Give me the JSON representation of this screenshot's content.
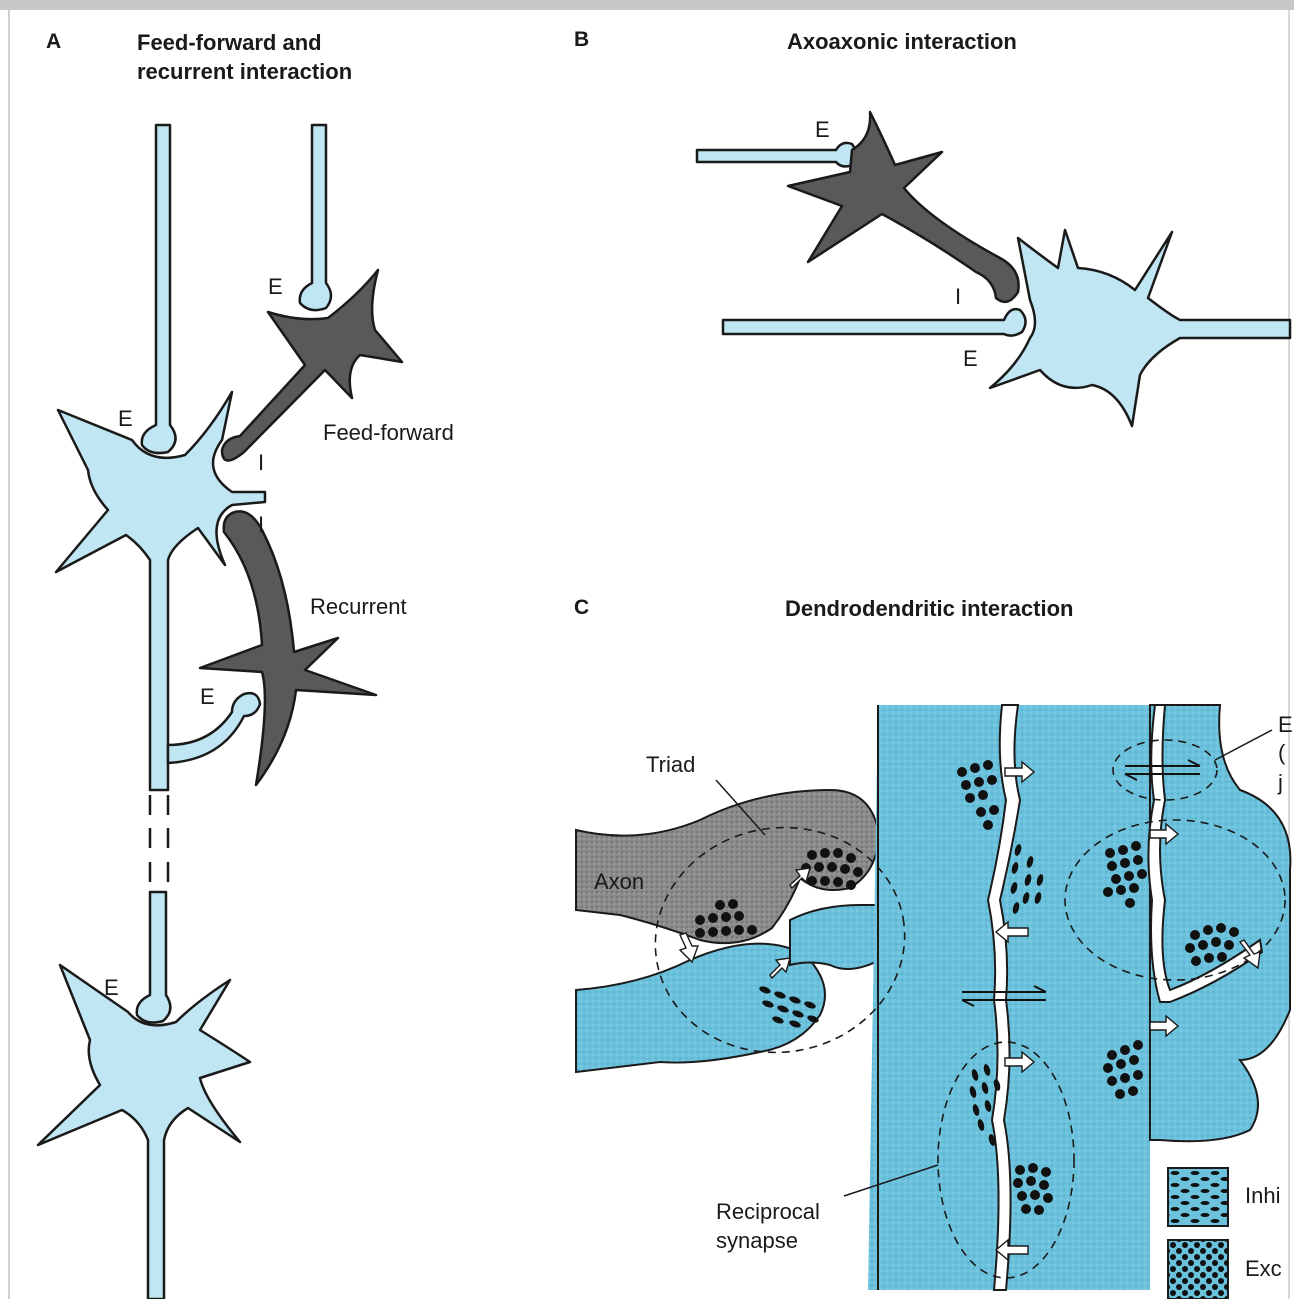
{
  "panels": {
    "a": {
      "letter": "A",
      "title_line1": "Feed-forward and",
      "title_line2": "recurrent interaction",
      "labels": {
        "e1": "E",
        "e2": "E",
        "e3": "E",
        "e4": "E",
        "i1": "I",
        "i2": "I",
        "feed_forward": "Feed-forward",
        "recurrent": "Recurrent"
      }
    },
    "b": {
      "letter": "B",
      "title": "Axoaxonic interaction",
      "labels": {
        "e1": "E",
        "i": "I",
        "e2": "E"
      }
    },
    "c": {
      "letter": "C",
      "title": "Dendrodendritic interaction",
      "labels": {
        "triad": "Triad",
        "axon": "Axon",
        "reciprocal_1": "Reciprocal",
        "reciprocal_2": "synapse",
        "cut_e": "E",
        "cut_paren": "(",
        "cut_j": "j"
      },
      "legend": {
        "inhibitory": "Inhi",
        "excitatory": "Exc"
      }
    }
  },
  "colors": {
    "excitatory_fill": "#bfe6f2",
    "inhibitory_fill": "#595959",
    "dendrite_fill": "#6cc2dd",
    "outline": "#1a1a1a"
  }
}
